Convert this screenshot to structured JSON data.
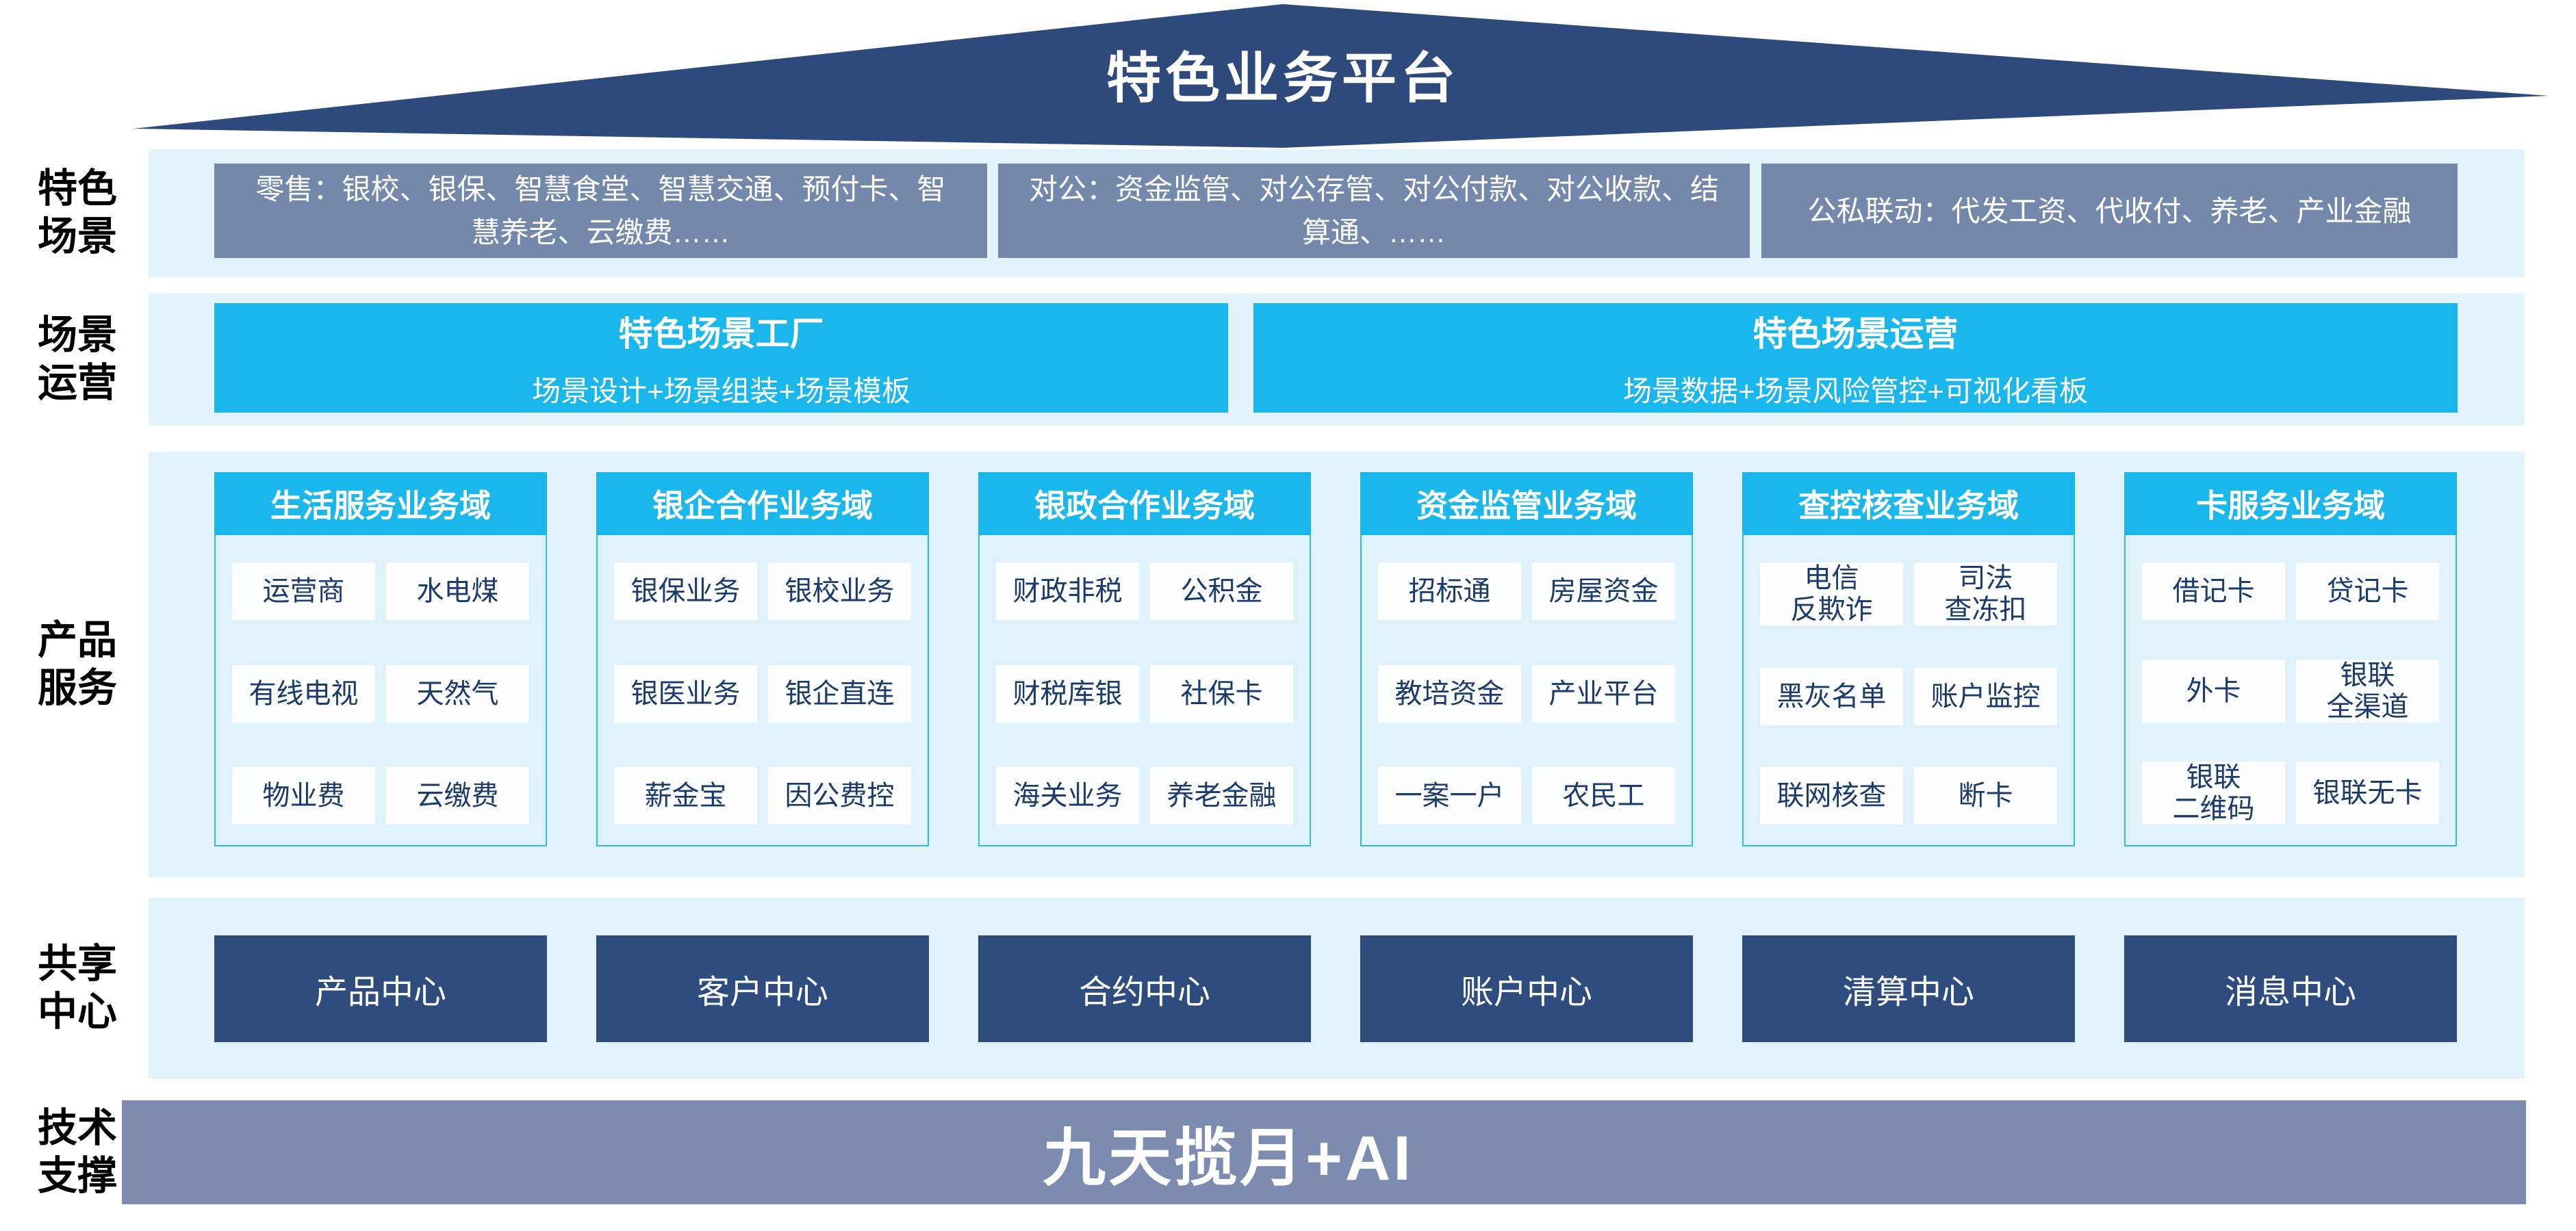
{
  "title": "特色业务平台",
  "side_labels": [
    {
      "label": "特色\n场景"
    },
    {
      "label": "场景\n运营"
    },
    {
      "label": "产品\n服务"
    },
    {
      "label": "共享\n中心"
    },
    {
      "label": "技术\n支撑"
    }
  ],
  "scene_boxes": [
    {
      "text": "零售：银校、银保、智慧食堂、智慧交通、预付卡、智慧养老、云缴费……"
    },
    {
      "text": "对公：资金监管、对公存管、对公付款、对公收款、结算通、……"
    },
    {
      "text": "公私联动：代发工资、代收付、养老、产业金融"
    }
  ],
  "operation_boxes": [
    {
      "title": "特色场景工厂",
      "subtitle": "场景设计+场景组装+场景模板"
    },
    {
      "title": "特色场景运营",
      "subtitle": "场景数据+场景风险管控+可视化看板"
    }
  ],
  "product_columns": [
    {
      "header": "生活服务业务域",
      "cells": [
        "运营商",
        "水电煤",
        "有线电视",
        "天然气",
        "物业费",
        "云缴费"
      ]
    },
    {
      "header": "银企合作业务域",
      "cells": [
        "银保业务",
        "银校业务",
        "银医业务",
        "银企直连",
        "薪金宝",
        "因公费控"
      ]
    },
    {
      "header": "银政合作业务域",
      "cells": [
        "财政非税",
        "公积金",
        "财税库银",
        "社保卡",
        "海关业务",
        "养老金融"
      ]
    },
    {
      "header": "资金监管业务域",
      "cells": [
        "招标通",
        "房屋资金",
        "教培资金",
        "产业平台",
        "一案一户",
        "农民工"
      ]
    },
    {
      "header": "查控核查业务域",
      "cells": [
        "电信\n反欺诈",
        "司法\n查冻扣",
        "黑灰名单",
        "账户监控",
        "联网核查",
        "断卡"
      ]
    },
    {
      "header": "卡服务业务域",
      "cells": [
        "借记卡",
        "贷记卡",
        "外卡",
        "银联\n全渠道",
        "银联\n二维码",
        "银联无卡"
      ]
    }
  ],
  "share_centers": [
    {
      "label": "产品中心"
    },
    {
      "label": "客户中心"
    },
    {
      "label": "合约中心"
    },
    {
      "label": "账户中心"
    },
    {
      "label": "清算中心"
    },
    {
      "label": "消息中心"
    }
  ],
  "tech_bar": {
    "label": "九天揽月+AI"
  },
  "colors": {
    "roof_navy": "#2E4A7D",
    "band_light_blue": "#E3F3FC",
    "scene_gray_blue": "#7488AC",
    "accent_cyan": "#19B7EB",
    "panel_bg": "#DFF2FC",
    "panel_border": "#2FB9E9",
    "cell_text_navy": "#1B3A6E",
    "center_box_navy": "#2F4C7F",
    "tech_bar_gray_blue": "#7B8CB0"
  }
}
